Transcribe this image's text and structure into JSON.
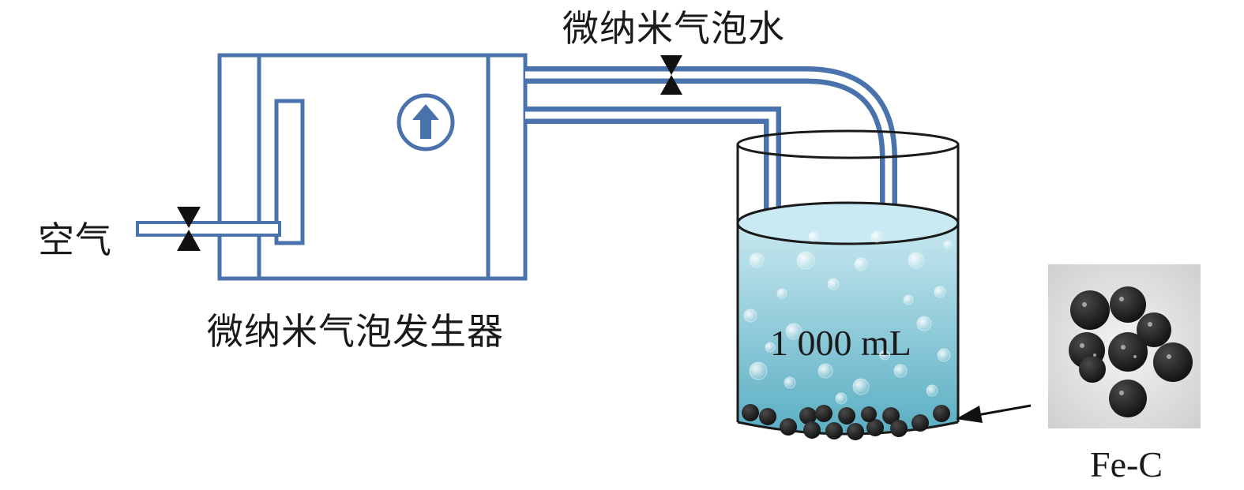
{
  "labels": {
    "water_line": "微纳米气泡水",
    "air": "空气",
    "generator": "微纳米气泡发生器",
    "volume": "1 000 mL",
    "material": "Fe-C"
  },
  "colors": {
    "pipe": "#4a73ad",
    "pipe_inner": "#ffffff",
    "valve": "#111111",
    "water_top": "#bfe3ec",
    "water_bottom": "#5aaec3",
    "beaker_outline": "#1a1a1a",
    "fe_c_ball": "#121212",
    "photo_bg": "#d9d9d9"
  },
  "icons": {
    "generator_arrow": "up-arrow-circle-icon",
    "valve": "valve-icon",
    "pointer": "arrow-left-icon"
  }
}
